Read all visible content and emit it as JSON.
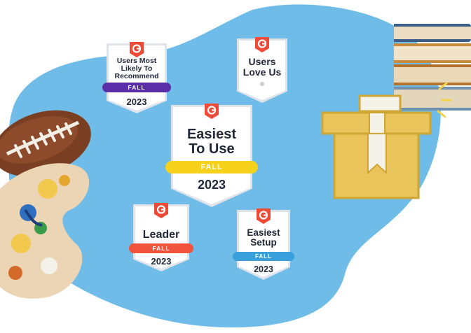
{
  "colors": {
    "blob": "#6fbce9",
    "g2_red": "#ee4a36",
    "ribbon_purple": "#5a2ea6",
    "ribbon_yellow": "#f6d21c",
    "ribbon_red": "#f1533c",
    "ribbon_blue": "#3aa0dc",
    "gift_fill": "#e8c45a",
    "gift_stroke": "#cfa533"
  },
  "badges": [
    {
      "id": "users-most-likely",
      "lines": [
        "Users Most",
        "Likely To",
        "Recommend"
      ],
      "ribbon": "FALL",
      "year": "2023",
      "ribbon_color": "#5a2ea6"
    },
    {
      "id": "users-love-us",
      "lines": [
        "Users",
        "Love Us"
      ],
      "ribbon": "",
      "year": "",
      "ribbon_color": ""
    },
    {
      "id": "easiest-to-use",
      "lines": [
        "Easiest",
        "To Use"
      ],
      "ribbon": "FALL",
      "year": "2023",
      "ribbon_color": "#f6d21c"
    },
    {
      "id": "leader",
      "lines": [
        "Leader"
      ],
      "ribbon": "FALL",
      "year": "2023",
      "ribbon_color": "#f1533c"
    },
    {
      "id": "easiest-setup",
      "lines": [
        "Easiest",
        "Setup"
      ],
      "ribbon": "FALL",
      "year": "2023",
      "ribbon_color": "#3aa0dc"
    }
  ],
  "icons": {
    "logo": "g2-logo-icon",
    "football": "football-icon",
    "paint_palette": "paint-palette-icon",
    "books": "books-stack-icon",
    "gift": "gift-box-icon"
  }
}
